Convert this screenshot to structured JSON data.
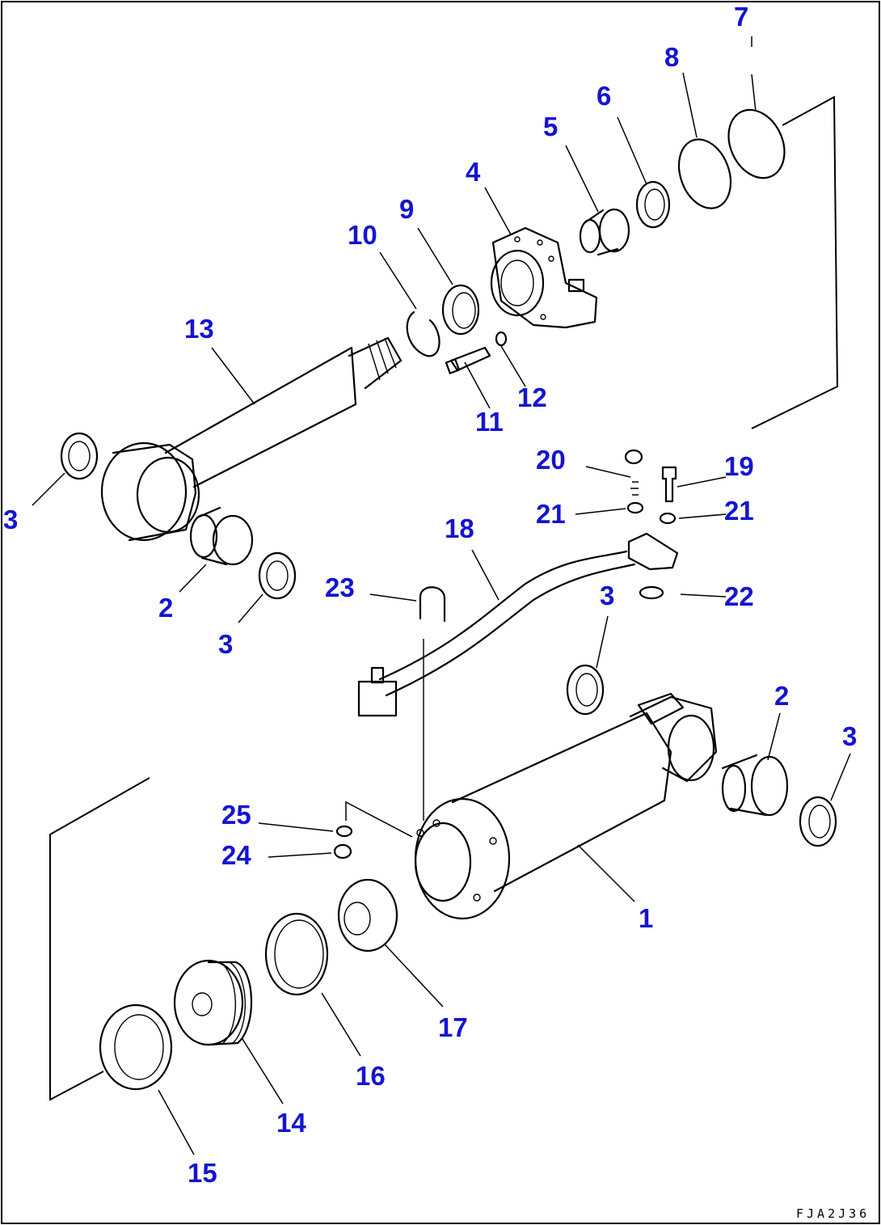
{
  "diagram": {
    "drawing_code": "FJA2J36",
    "callouts": [
      {
        "id": "c1",
        "text": "1"
      },
      {
        "id": "c2a",
        "text": "2"
      },
      {
        "id": "c2b",
        "text": "2"
      },
      {
        "id": "c3a",
        "text": "3"
      },
      {
        "id": "c3b",
        "text": "3"
      },
      {
        "id": "c3c",
        "text": "3"
      },
      {
        "id": "c3d",
        "text": "3"
      },
      {
        "id": "c4",
        "text": "4"
      },
      {
        "id": "c5",
        "text": "5"
      },
      {
        "id": "c6",
        "text": "6"
      },
      {
        "id": "c7",
        "text": "7"
      },
      {
        "id": "c8",
        "text": "8"
      },
      {
        "id": "c9",
        "text": "9"
      },
      {
        "id": "c10",
        "text": "10"
      },
      {
        "id": "c11",
        "text": "11"
      },
      {
        "id": "c12",
        "text": "12"
      },
      {
        "id": "c13",
        "text": "13"
      },
      {
        "id": "c14",
        "text": "14"
      },
      {
        "id": "c15",
        "text": "15"
      },
      {
        "id": "c16",
        "text": "16"
      },
      {
        "id": "c17",
        "text": "17"
      },
      {
        "id": "c18",
        "text": "18"
      },
      {
        "id": "c19",
        "text": "19"
      },
      {
        "id": "c20",
        "text": "20"
      },
      {
        "id": "c21a",
        "text": "21"
      },
      {
        "id": "c21b",
        "text": "21"
      },
      {
        "id": "c22",
        "text": "22"
      },
      {
        "id": "c23",
        "text": "23"
      },
      {
        "id": "c24",
        "text": "24"
      },
      {
        "id": "c25",
        "text": "25"
      }
    ]
  }
}
